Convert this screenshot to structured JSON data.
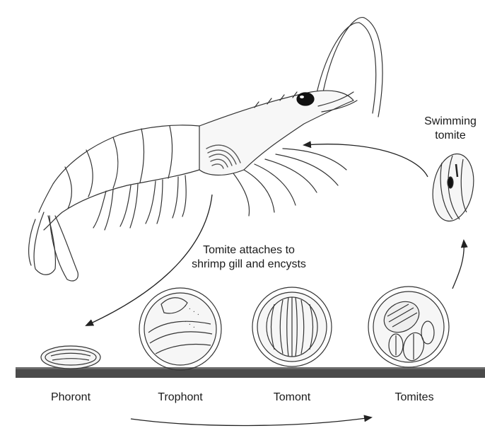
{
  "labels": {
    "swimming_tomite_line1": "Swimming",
    "swimming_tomite_line2": "tomite",
    "attach_line1": "Tomite attaches to",
    "attach_line2": "shrimp gill and encysts"
  },
  "stages": [
    "Phoront",
    "Trophont",
    "Tomont",
    "Tomites"
  ]
}
